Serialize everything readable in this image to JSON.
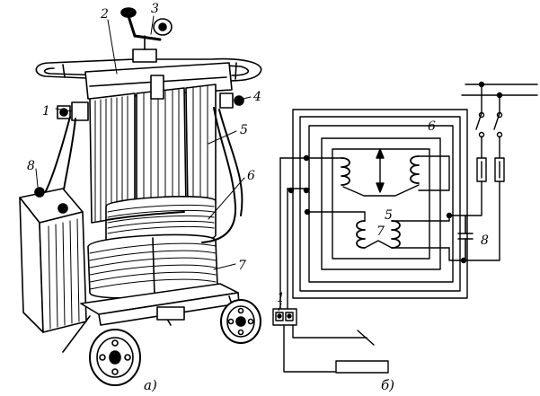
{
  "figure": {
    "left_panel": {
      "caption": "а)",
      "callouts": [
        "1",
        "2",
        "3",
        "4",
        "5",
        "6",
        "7",
        "8"
      ]
    },
    "right_panel": {
      "caption": "б)",
      "callouts": [
        "1",
        "5",
        "6",
        "7",
        "8"
      ]
    }
  }
}
